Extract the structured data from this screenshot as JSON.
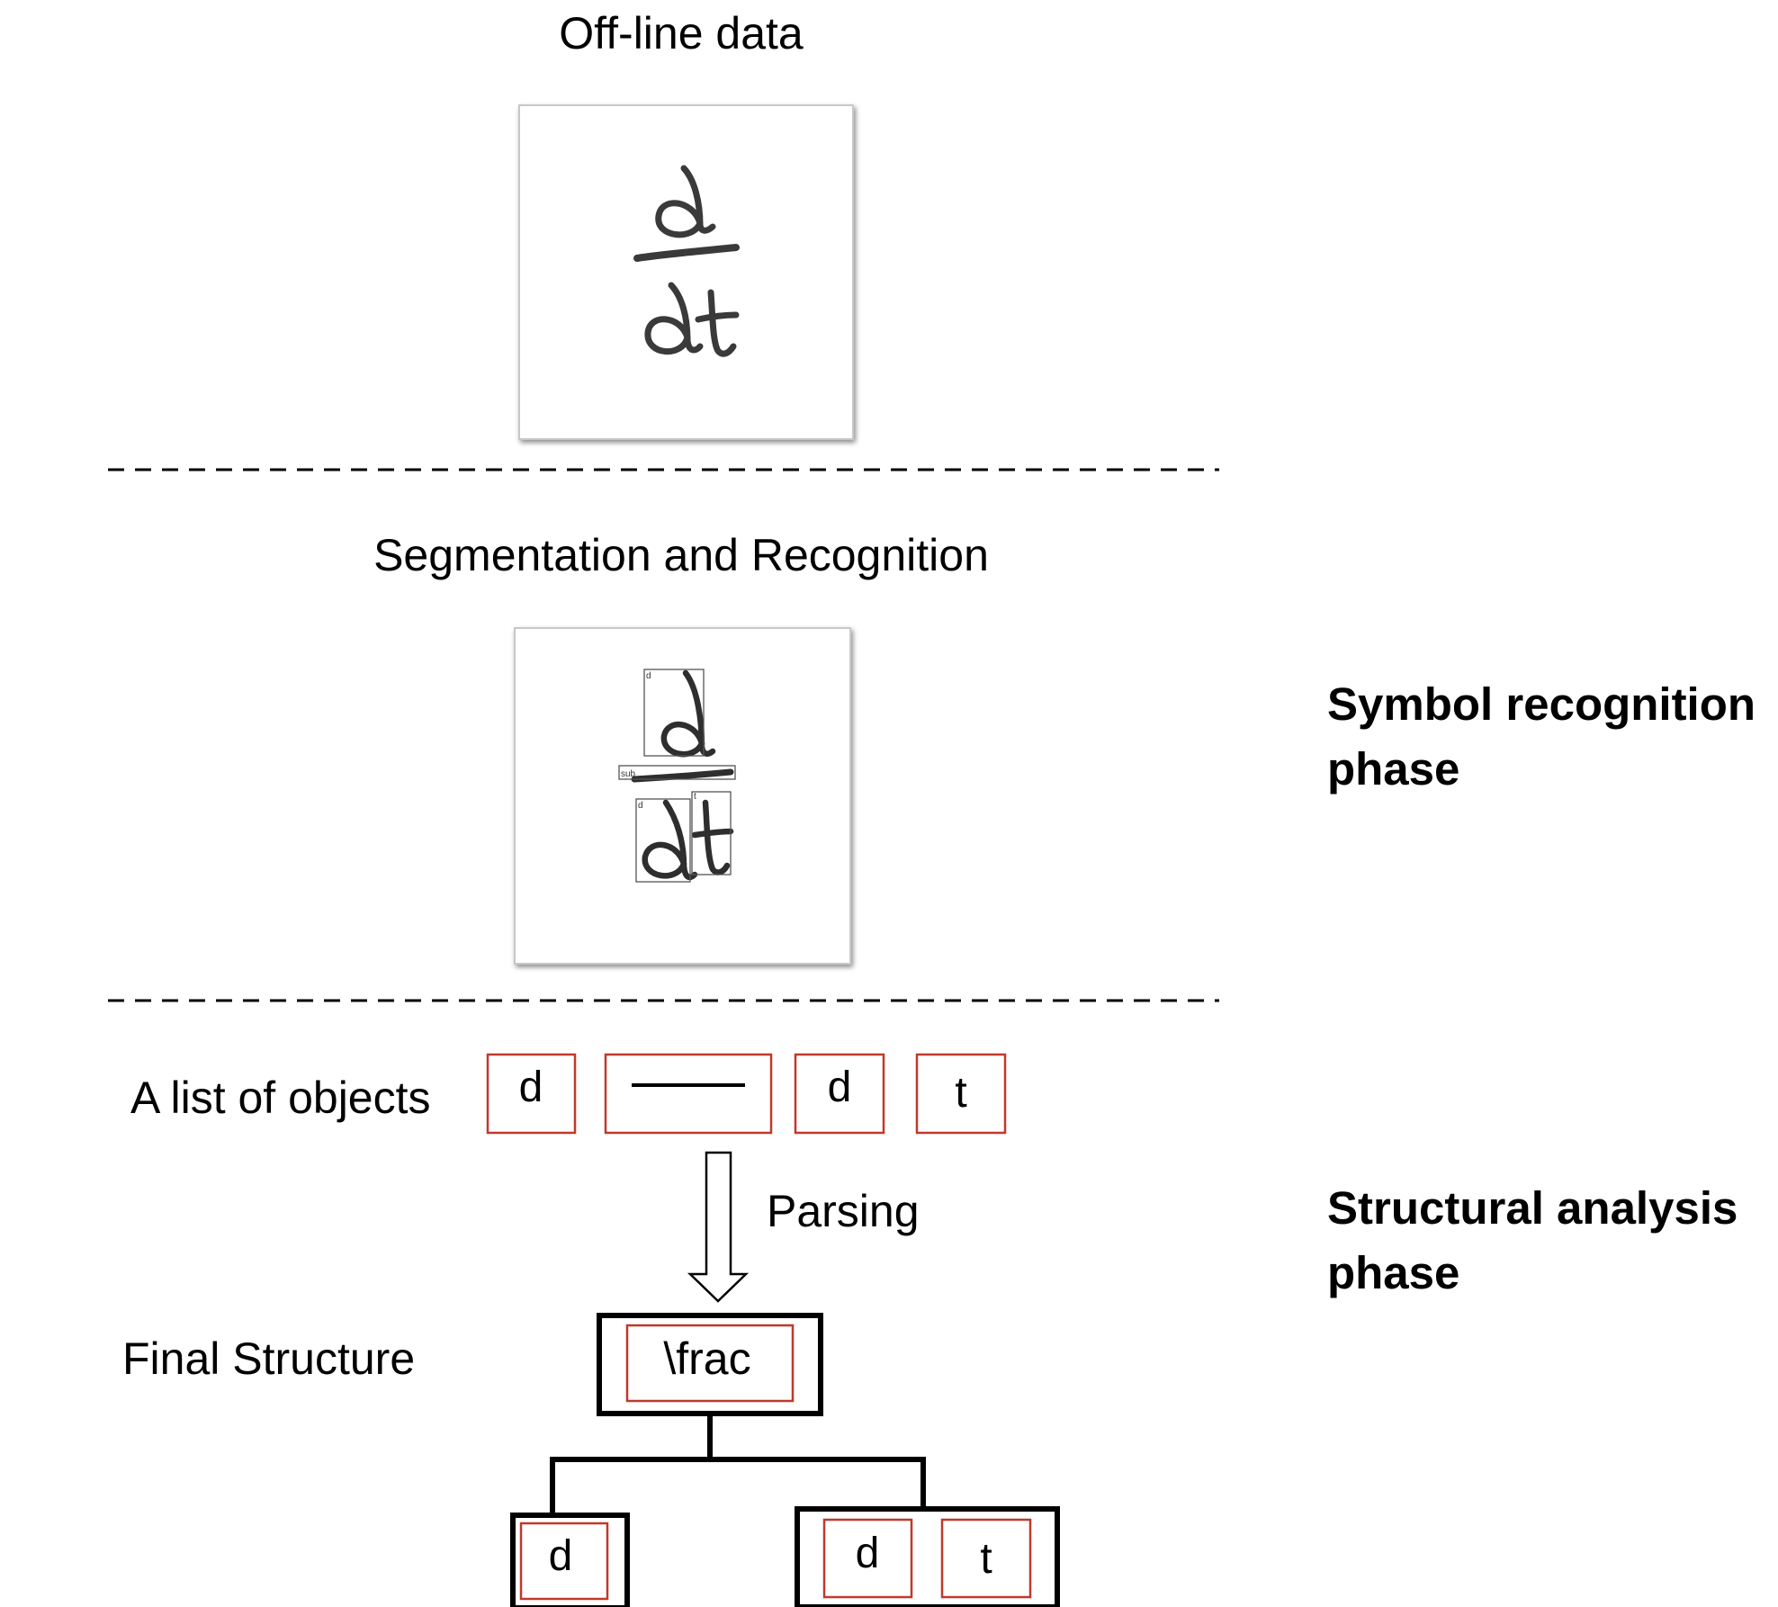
{
  "titles": {
    "offline_data": "Off-line data",
    "segmentation": "Segmentation and Recognition"
  },
  "offline_image": {
    "numerator": "d",
    "denominator": "dt"
  },
  "segmented_image": {
    "numerator": "d",
    "denominator_d": "d",
    "denominator_t": "t",
    "tag_numerator": "d",
    "tag_bar": "sub",
    "tag_denominator_d": "d",
    "tag_denominator_t": "t"
  },
  "phases": {
    "symbol_recognition_line1": "Symbol recognition",
    "symbol_recognition_line2": "phase",
    "structural_analysis_line1": "Structural analysis",
    "structural_analysis_line2": "phase"
  },
  "objects": {
    "label": "A list of objects",
    "items": [
      "d",
      "",
      "d",
      "t"
    ]
  },
  "parsing_label": "Parsing",
  "final_structure": {
    "label": "Final Structure",
    "root": "\\frac",
    "left_child": "d",
    "right_child": [
      "d",
      "t"
    ]
  },
  "colors": {
    "object_box": "#c0392b",
    "tree_box": "#000000",
    "divider": "#000000"
  }
}
